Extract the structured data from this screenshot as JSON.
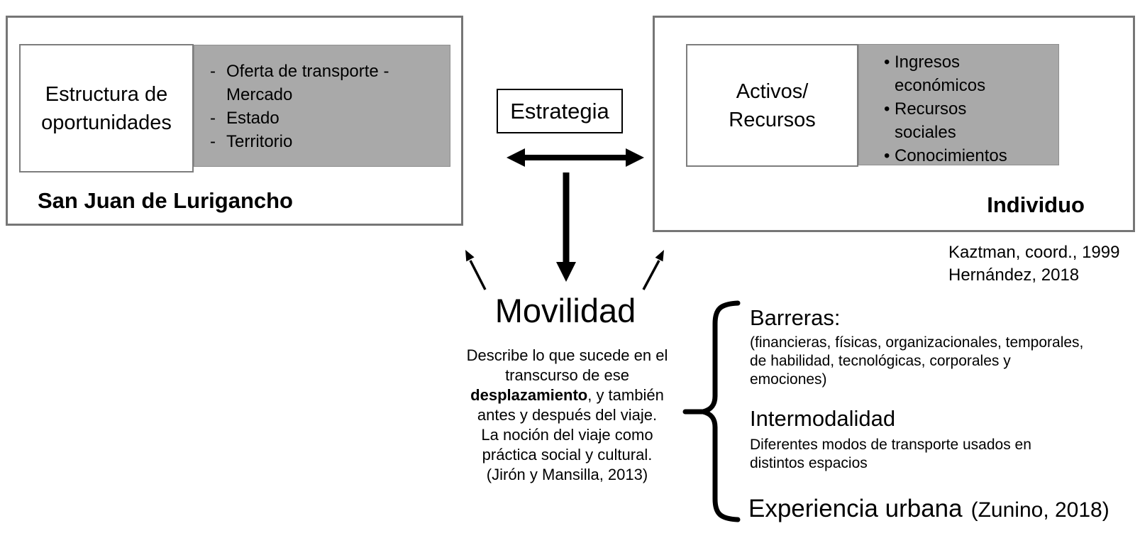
{
  "left_panel": {
    "label_line1": "Estructura de",
    "label_line2": "oportunidades",
    "dash_bullet": "-",
    "items": [
      "Oferta de transporte - Mercado",
      "Estado",
      "Territorio"
    ],
    "caption": "San Juan de Lurigancho"
  },
  "right_panel": {
    "label_line1": "Activos/",
    "label_line2": "Recursos",
    "dot_bullet": "•",
    "items": [
      "Ingresos económicos",
      "Recursos sociales",
      "Conocimientos"
    ],
    "caption": "Individuo",
    "ref1": "Kaztman, coord., 1999",
    "ref2": "Hernández, 2018"
  },
  "center": {
    "strategy_label": "Estrategia",
    "mobility_title": "Movilidad",
    "description": {
      "line1": "Describe lo que sucede en el",
      "line2": "transcurso de ese",
      "line3_bold": "desplazamiento",
      "line3_rest": ", y también",
      "line4": "antes y después del viaje.",
      "line5": "La noción del viaje como",
      "line6": "práctica social y cultural.",
      "line7": "(Jirón y Mansilla, 2013)"
    }
  },
  "right_column": {
    "barriers_heading": "Barreras:",
    "barriers_line1": "(financieras, físicas, organizacionales, temporales,",
    "barriers_line2": "de habilidad, tecnológicas, corporales y",
    "barriers_line3": "emociones)",
    "intermodality_heading": "Intermodalidad",
    "intermodality_line1": "Diferentes modos de transporte usados en",
    "intermodality_line2": "distintos espacios",
    "experience_heading": "Experiencia urbana",
    "experience_citation": "(Zunino, 2018)"
  },
  "colors": {
    "gray_fill": "#a9a9a9",
    "gray_border": "#767676",
    "arrow_black": "#000000"
  }
}
